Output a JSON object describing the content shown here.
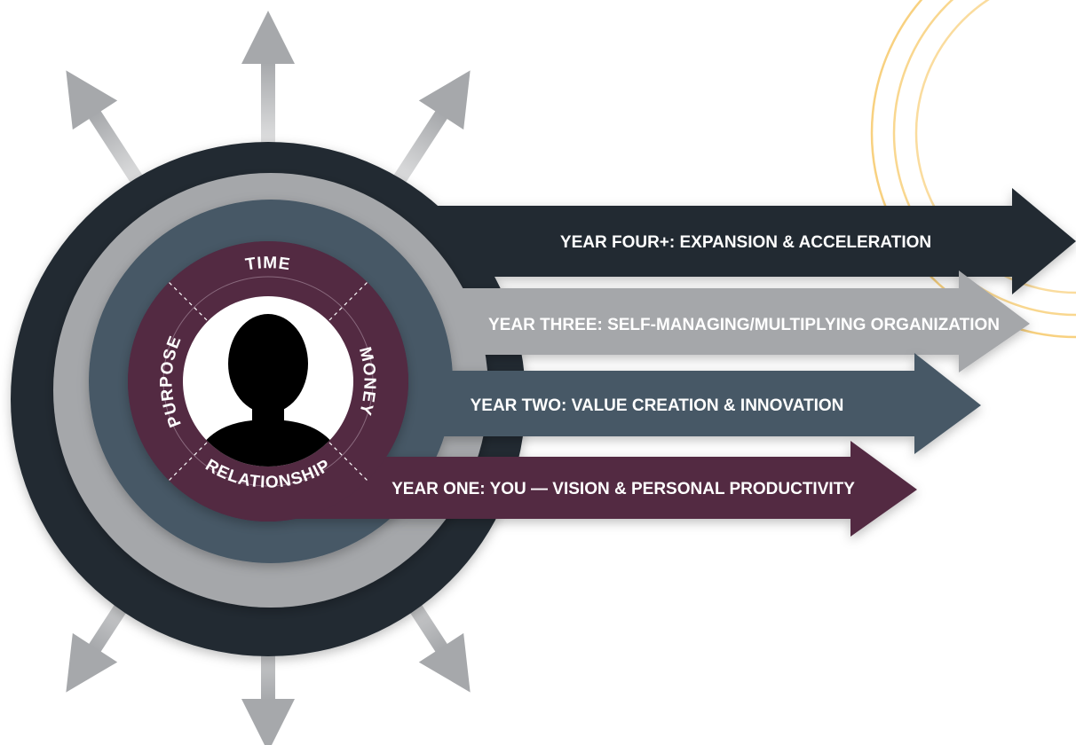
{
  "colors": {
    "year_four": "#222b33",
    "year_three": "#a5a7aa",
    "year_two": "#465866",
    "year_one": "#522a43",
    "outer_arrows": "#a6a8ab",
    "accent_arcs": "#f7c96a",
    "silhouette": "#000000"
  },
  "center": {
    "icon": "person-silhouette-icon",
    "segments": {
      "top": "TIME",
      "right": "MONEY",
      "bottom": "RELATIONSHIP",
      "left": "PURPOSE"
    }
  },
  "arrows": [
    {
      "id": "year-four",
      "label": "YEAR FOUR+: EXPANSION & ACCELERATION"
    },
    {
      "id": "year-three",
      "label": "YEAR THREE: SELF-MANAGING/MULTIPLYING ORGANIZATION"
    },
    {
      "id": "year-two",
      "label": "YEAR TWO: VALUE CREATION & INNOVATION"
    },
    {
      "id": "year-one",
      "label": "YEAR ONE: YOU — VISION & PERSONAL PRODUCTIVITY"
    }
  ],
  "radiating_arrows": {
    "count": 6,
    "icon": "outward-arrow-icon"
  }
}
